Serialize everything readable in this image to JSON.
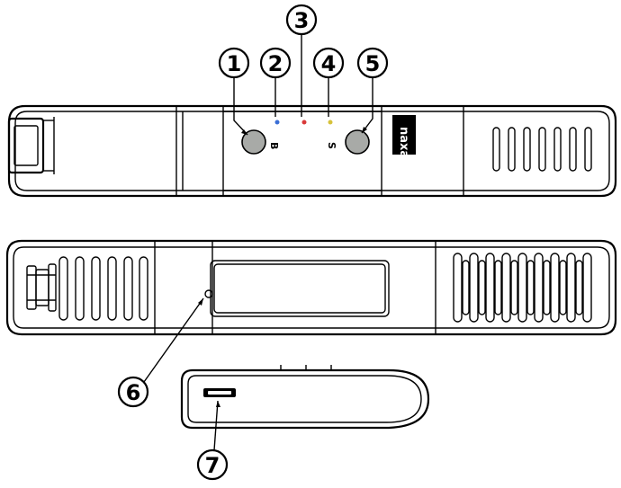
{
  "callouts": {
    "c1": "1",
    "c2": "2",
    "c3": "3",
    "c4": "4",
    "c5": "5",
    "c6": "6",
    "c7": "7"
  },
  "device": {
    "button_left_label": "B",
    "button_right_label": "S",
    "brand": "naxa"
  },
  "colors": {
    "button_fill": "#a8aaa7",
    "led_blue": "#3b6fd6",
    "led_red": "#d93a3a",
    "led_yellow": "#d6c23b",
    "outline": "#000000"
  }
}
